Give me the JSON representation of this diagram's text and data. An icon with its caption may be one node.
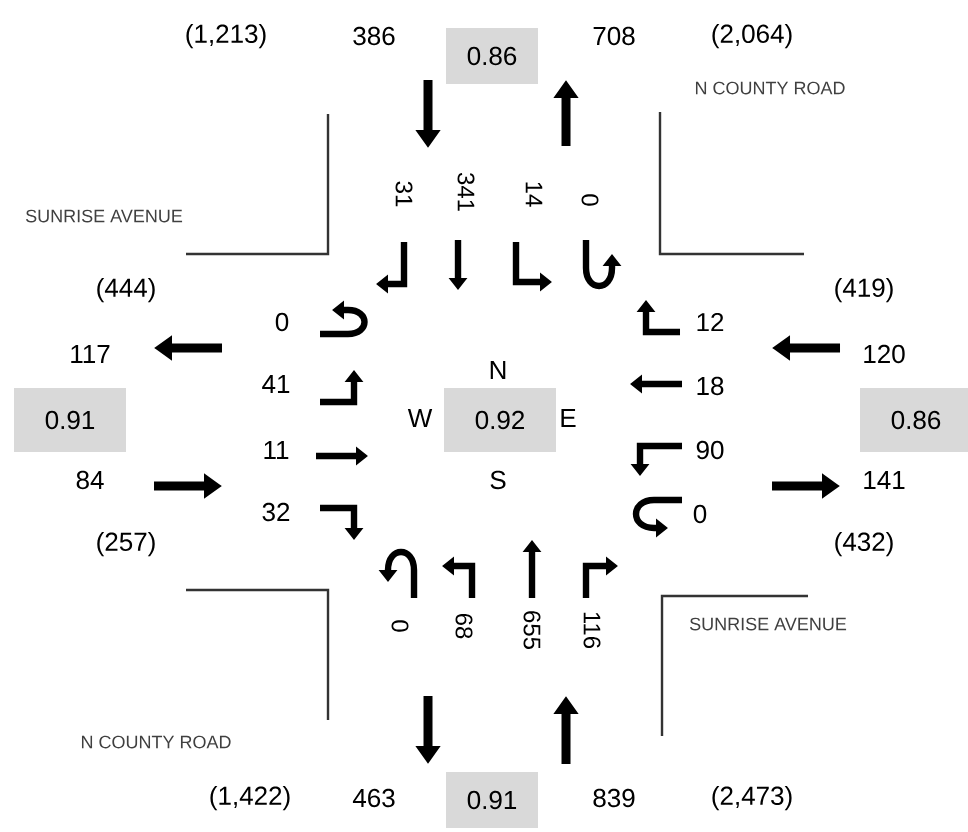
{
  "diagram": {
    "nodes": [
      {
        "text": [
          "0.86"
        ]
      },
      {
        "text": [
          "0.91"
        ]
      },
      {
        "text": [
          "0.92"
        ],
        "beside": [
          "N",
          "W",
          "E",
          "S"
        ]
      },
      {
        "text": [
          "0.86"
        ]
      },
      {
        "text": [
          "0.91"
        ]
      }
    ],
    "labels": [
      "(1,213)",
      "386",
      "708",
      "(2,064)",
      "N COUNTY ROAD",
      "31",
      "341",
      "14",
      "0",
      "SUNRISE AVENUE",
      "(444)",
      "(419)",
      "0",
      "12",
      "117",
      "120",
      "41",
      "18",
      "11",
      "90",
      "84",
      "141",
      "32",
      "0",
      "(257)",
      "(432)",
      "0",
      "68",
      "655",
      "116",
      "SUNRISE AVENUE",
      "N COUNTY ROAD",
      "(1,422)",
      "463",
      "839",
      "(2,473)"
    ]
  }
}
